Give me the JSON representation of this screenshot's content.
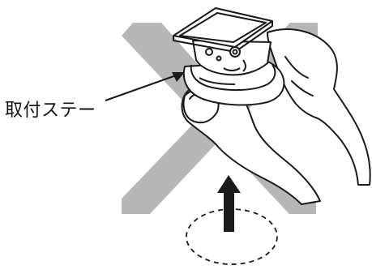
{
  "callout": {
    "label": "取付ステー"
  },
  "colors": {
    "prohibition_cross": "#b7b7b7",
    "outline": "#1a1a1a",
    "fill": "#ffffff",
    "arrow": "#1a1a1a"
  },
  "icons": [
    "prohibition-cross",
    "camera-unit",
    "hand",
    "lift-arrow",
    "dashed-circle"
  ]
}
